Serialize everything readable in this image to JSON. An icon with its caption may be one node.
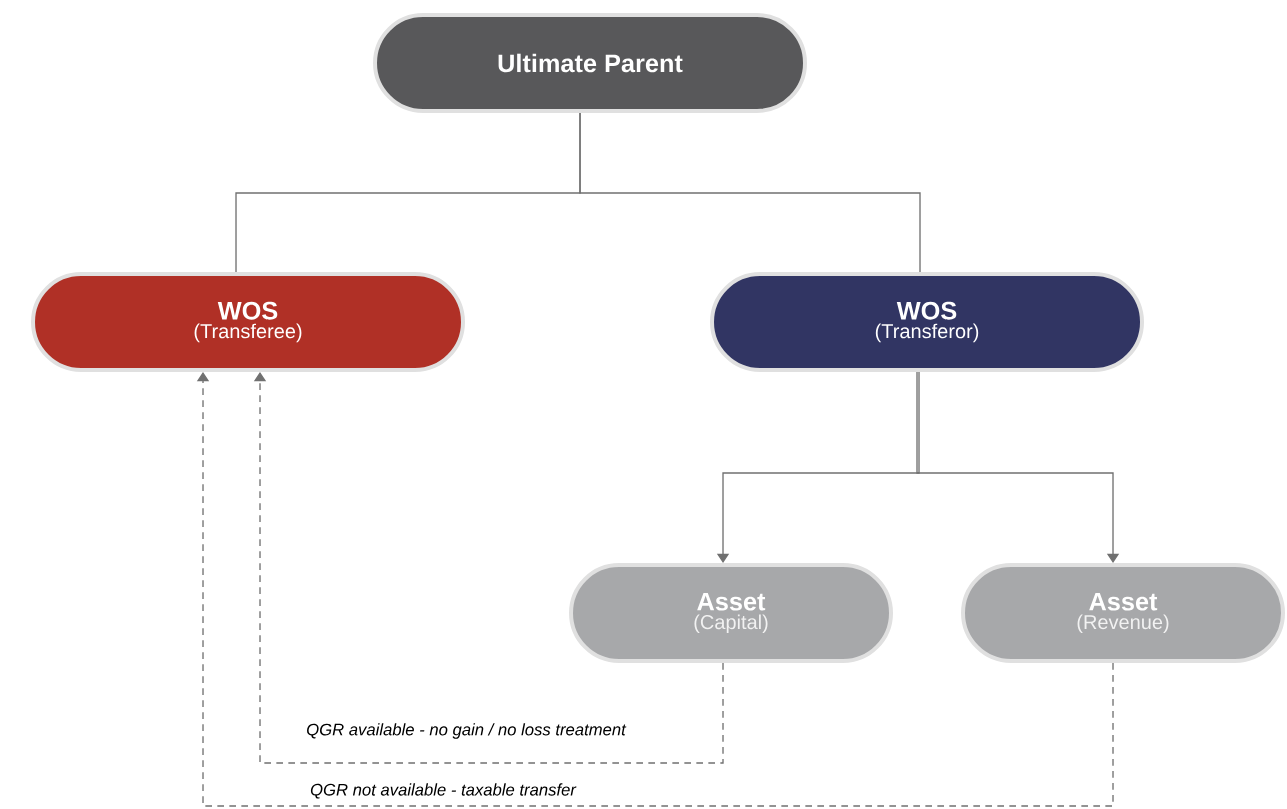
{
  "diagram": {
    "nodes": [
      {
        "text": [
          "Ultimate Parent"
        ]
      },
      {
        "text": [
          "WOS",
          "(Transferee)"
        ]
      },
      {
        "text": [
          "WOS",
          "(Transferor)"
        ]
      },
      {
        "text": [
          "Asset",
          "(Capital)"
        ]
      },
      {
        "text": [
          "Asset",
          "(Revenue)"
        ]
      }
    ],
    "edges": [
      {
        "from": 0,
        "to": 1,
        "arrow": "none"
      },
      {
        "from": 0,
        "to": 2,
        "arrow": "none"
      },
      {
        "from": 2,
        "to": 3,
        "arrow": "to"
      },
      {
        "from": 2,
        "to": 4,
        "arrow": "to"
      },
      {
        "from": 3,
        "to": 1,
        "arrow": "to",
        "style": "dashed",
        "label": "QGR available - no gain / no loss treatment"
      },
      {
        "from": 4,
        "to": 1,
        "arrow": "to",
        "style": "dashed",
        "label": "QGR not available - taxable transfer"
      }
    ]
  }
}
